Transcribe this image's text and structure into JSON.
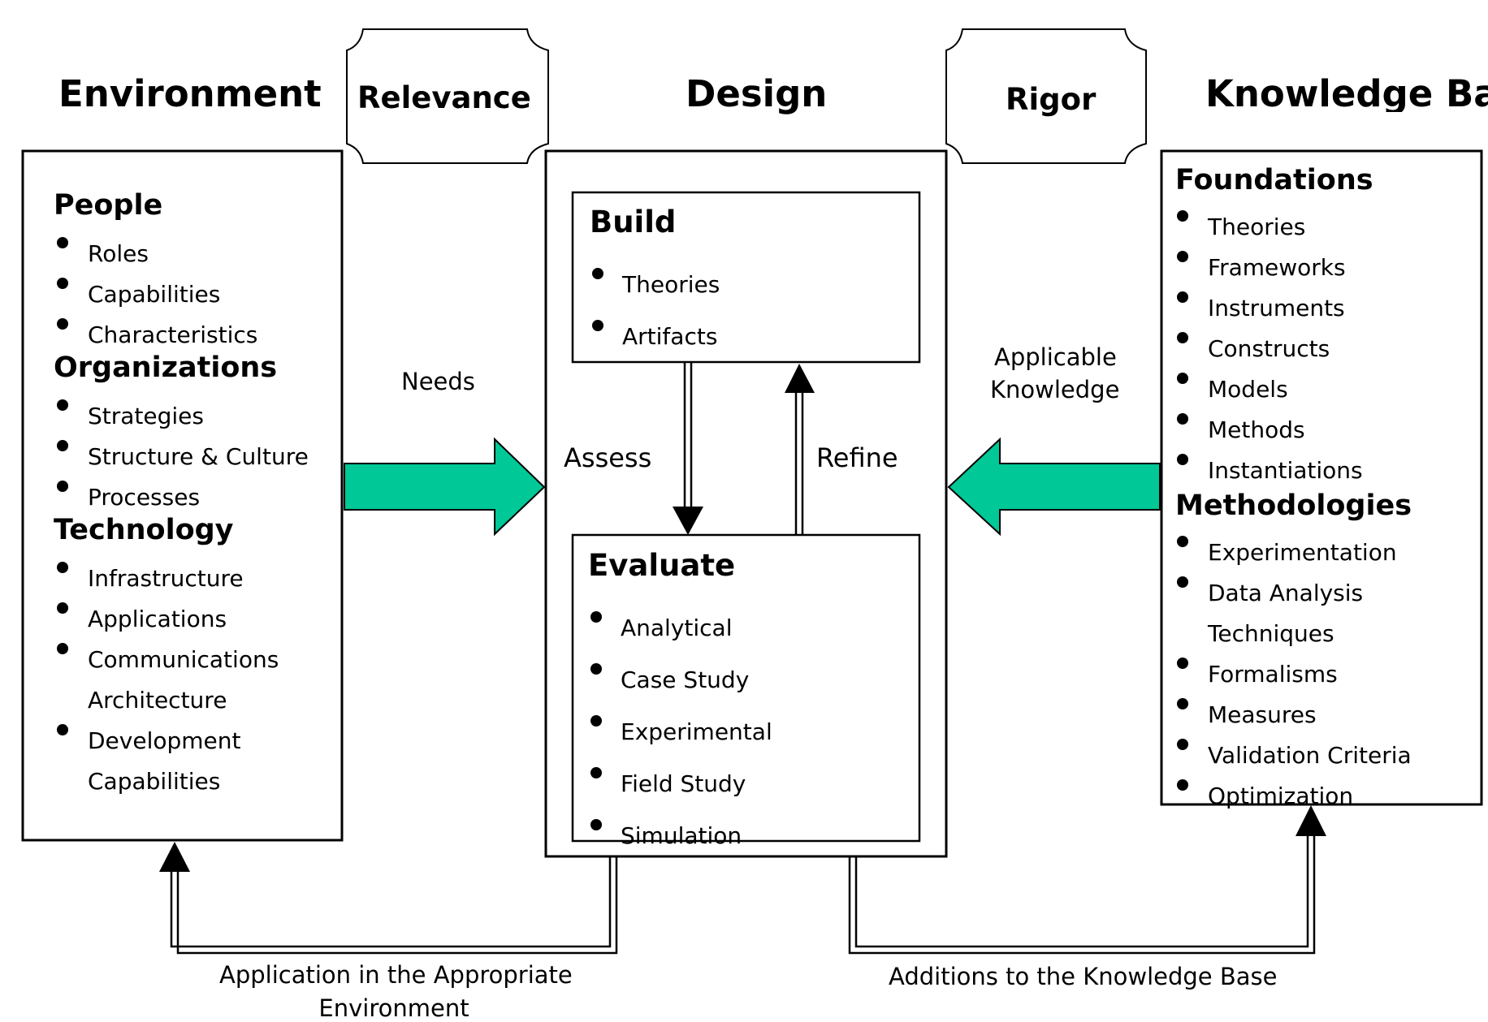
{
  "headers": {
    "environment": "Environment",
    "relevance": "Relevance",
    "design": "Design",
    "rigor": "Rigor",
    "knowledge_base": "Knowledge Base"
  },
  "environment": {
    "people": {
      "title": "People",
      "items": [
        "Roles",
        "Capabilities",
        "Characteristics"
      ]
    },
    "organizations": {
      "title": "Organizations",
      "items": [
        "Strategies",
        "Structure & Culture",
        "Processes"
      ]
    },
    "technology": {
      "title": "Technology",
      "items": [
        "Infrastructure",
        "Applications",
        "Communications",
        "Architecture",
        "Development",
        "Capabilities"
      ]
    }
  },
  "design": {
    "build": {
      "title": "Build",
      "items": [
        "Theories",
        "Artifacts"
      ]
    },
    "evaluate": {
      "title": "Evaluate",
      "items": [
        "Analytical",
        "Case Study",
        "Experimental",
        "Field Study",
        "Simulation"
      ]
    },
    "assess": "Assess",
    "refine": "Refine"
  },
  "knowledge": {
    "foundations": {
      "title": "Foundations",
      "items": [
        "Theories",
        "Frameworks",
        "Instruments",
        "Constructs",
        "Models",
        "Methods",
        "Instantiations"
      ]
    },
    "methodologies": {
      "title": "Methodologies",
      "items": [
        "Experimentation",
        "Data Analysis",
        "Techniques",
        "Formalisms",
        "Measures",
        "Validation Criteria",
        "Optimization"
      ]
    }
  },
  "flows": {
    "needs": "Needs",
    "applicable_1": "Applicable",
    "applicable_2": "Knowledge",
    "application_1": "Application in the Appropriate",
    "application_2": "Environment",
    "additions": "Additions to the Knowledge Base"
  },
  "colors": {
    "arrow_fill": "#00c896",
    "stroke": "#000000"
  }
}
